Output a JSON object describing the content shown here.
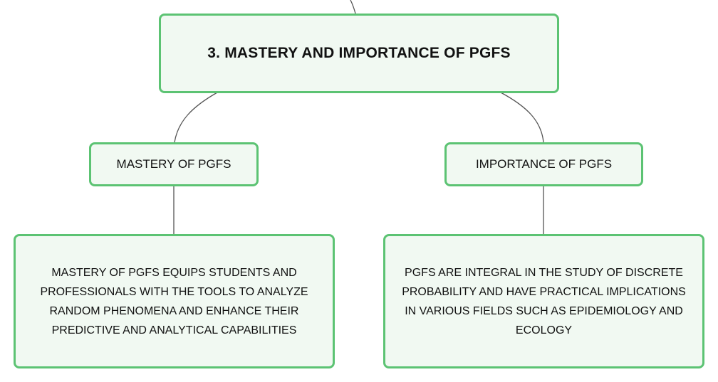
{
  "diagram": {
    "root": {
      "label": "3. Mastery and Importance of PGFs"
    },
    "branches": [
      {
        "label": "Mastery of PGFs",
        "detail": "Mastery of PGFs equips students and professionals with the tools to analyze random phenomena and enhance their predictive and analytical capabilities"
      },
      {
        "label": "Importance of PGFs",
        "detail": "PGFs are integral in the study of discrete probability and have practical implications in various fields such as epidemiology and ecology"
      }
    ]
  },
  "colors": {
    "node_border": "#5cc373",
    "node_fill": "#f1f9f2",
    "connector": "#555555",
    "text": "#111111"
  }
}
